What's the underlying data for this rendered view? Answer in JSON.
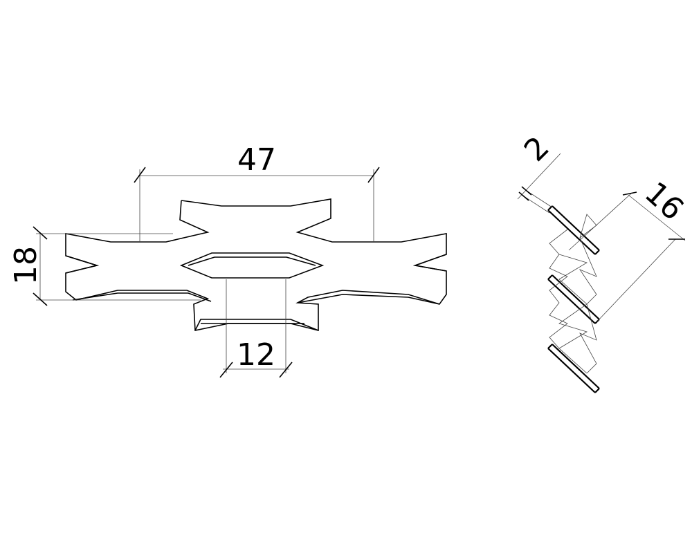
{
  "dimensions": {
    "width_label": "47",
    "height_label": "18",
    "opening_label": "12",
    "thickness_label": "2",
    "pitch_label": "16"
  }
}
